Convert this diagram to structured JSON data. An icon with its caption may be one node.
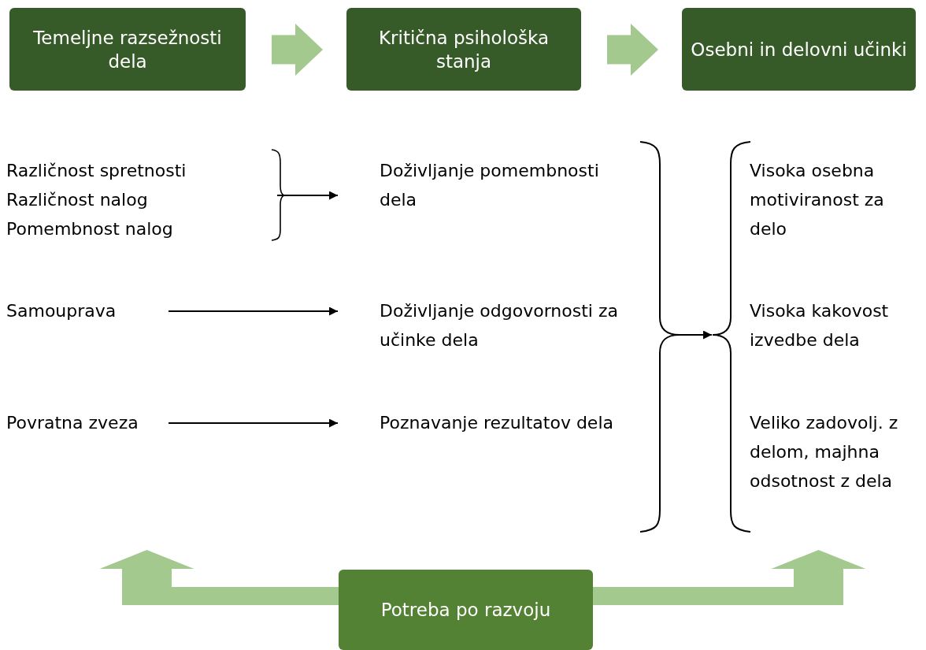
{
  "diagram": {
    "nodes": [
      {
        "text": [
          "Temeljne razsežnosti dela"
        ]
      },
      {
        "text": [
          "Kritična psihološka stanja"
        ]
      },
      {
        "text": [
          "Osebni in delovni učinki"
        ]
      },
      {
        "text": [
          "Različnost spretnosti",
          "Različnost nalog",
          "Pomembnost nalog"
        ]
      },
      {
        "text": [
          "Doživljanje pomembnosti dela"
        ]
      },
      {
        "text": [
          "Samouprava"
        ]
      },
      {
        "text": [
          "Doživljanje odgovornosti za učinke dela"
        ]
      },
      {
        "text": [
          "Povratna zveza"
        ]
      },
      {
        "text": [
          "Poznavanje rezultatov dela"
        ]
      },
      {
        "text": [],
        "shape": "brace"
      },
      {
        "text": [],
        "shape": "brace"
      },
      {
        "text": [
          "Visoka osebna motiviranost za delo"
        ]
      },
      {
        "text": [
          "Visoka kakovost izvedbe dela"
        ]
      },
      {
        "text": [
          "Veliko zadovolj. z delom, majhna odsotnost z dela"
        ]
      },
      {
        "text": [
          "Potreba po razvoju"
        ]
      }
    ],
    "edges": [
      {
        "from": 0,
        "to": 1,
        "arrow": "to",
        "style": "thick",
        "color": "#a3c98e"
      },
      {
        "from": 1,
        "to": 2,
        "arrow": "to",
        "style": "thick",
        "color": "#a3c98e"
      },
      {
        "from": 3,
        "to": 4,
        "arrow": "to"
      },
      {
        "from": 5,
        "to": 6,
        "arrow": "to"
      },
      {
        "from": 7,
        "to": 8,
        "arrow": "to"
      },
      {
        "from": 9,
        "to": 10,
        "arrow": "to"
      },
      {
        "from": 14,
        "to": null,
        "arrow": "to",
        "style": "thick",
        "color": "#a3c98e"
      },
      {
        "from": 14,
        "to": null,
        "arrow": "to",
        "style": "thick",
        "color": "#a3c98e"
      }
    ]
  }
}
